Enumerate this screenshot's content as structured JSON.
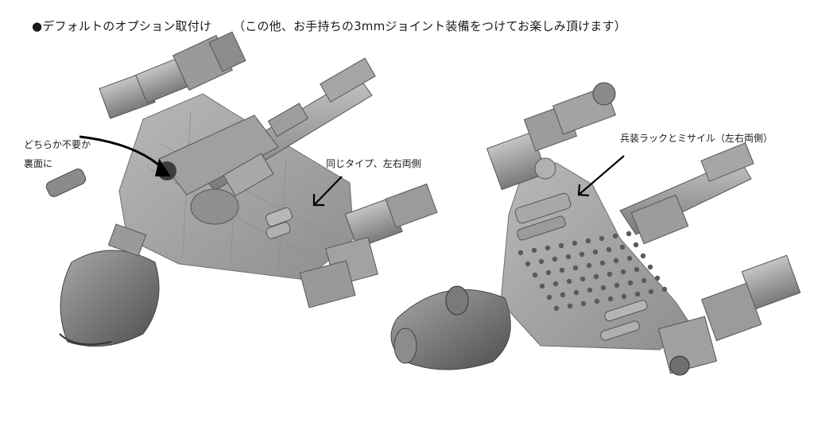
{
  "heading": {
    "main": "●デフォルトのオプション取付け",
    "note": "（この他、お手持ちの3mmジョイント装備をつけてお楽しみ頂けます）"
  },
  "annotations": {
    "either_unneeded_line1": "どちらか不要か",
    "either_unneeded_line2": "裏面に",
    "same_type": "同じタイプ、左右両側",
    "weapon_rack": "兵装ラックとミサイル（左右両側）"
  }
}
